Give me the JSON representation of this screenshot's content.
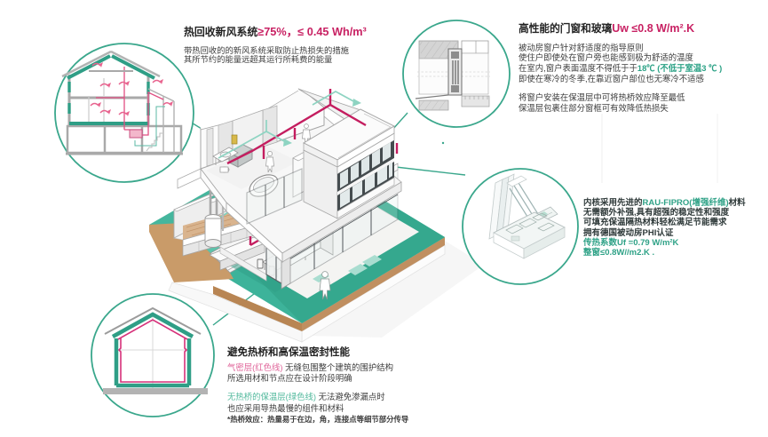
{
  "palette": {
    "circle_stroke": "#3aa78c",
    "ground_teal": "#35a88e",
    "ground_teal_light": "#5cc3ab",
    "soil_tan": "#bf8e5e",
    "duct_crimson": "#c41d5f",
    "arrow_pink": "#e8648f",
    "accent_magenta": "#c82163",
    "text_green": "#2fa287",
    "text_dark": "#3c3c3c",
    "wall_gray": "#a9a9a9"
  },
  "ventilation": {
    "title": "热回收新风系统",
    "title_value": "≥75%，≤ 0.45 Wh/m³",
    "line1": "带热回收的的新风系统采取防止热损失的措施",
    "line2": "其所节约的能量远超其运行所耗费的能量"
  },
  "windows": {
    "title": "高性能的门窗和玻璃",
    "title_value": "Uw ≤0.8 W/m².K",
    "line1": "被动房窗户针对舒适度的指导原则",
    "line2": "使住户即使处在窗户旁也能感到极为舒适的温度",
    "line3_pre": "在室内,窗户表面温度不得低于于",
    "line3_highlight": "18℃ (不低于室温3 ℃ )",
    "line4": "即使在寒冷的冬季,在靠近窗户部位也无寒冷不适感",
    "line5": "将窗户安装在保温层中可将热桥效应降至最低",
    "line6": "保温层包裹住部分窗框可有效降低热损失"
  },
  "profile": {
    "line1_pre": "内核采用先进的",
    "line1_highlight": "RAU-FIPRO(增强纤维)",
    "line1_post": "材料",
    "line2": "无需额外补强,具有超强的稳定性和强度",
    "line3": "可填充保温隔热材料轻松满足节能需求",
    "line4": "拥有德国被动房PHI认证",
    "line5": "传热系数Uf =0.79 W/m²K",
    "line6": "整窗≤0.8W//m2.K ."
  },
  "thermal": {
    "title": "避免热桥和高保温密封性能",
    "line1_highlight": "气密层(红色线)",
    "line1_post": "无缝包围整个建筑的围护结构",
    "line2": "所选用材和节点应在设计阶段明确",
    "line3_highlight": "无热桥的保温层(绿色线)",
    "line3_post": "无法避免渗漏点时",
    "line4": "也应采用导热最慢的组件和材料",
    "footnote": "*热桥效应：热量易于在边，角，连接点等细节部分传导"
  }
}
